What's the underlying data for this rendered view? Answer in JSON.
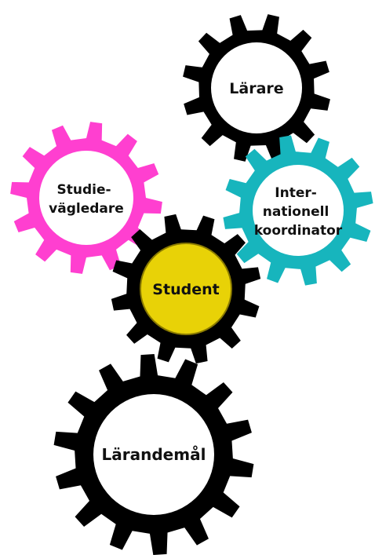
{
  "gears": [
    {
      "id": "larare",
      "lines": [
        "Lärare"
      ],
      "color": "#000000",
      "hub": "#ffffff"
    },
    {
      "id": "studievagledare",
      "lines": [
        "Studie-",
        "vägledare"
      ],
      "color": "#ff3fd0",
      "hub": "#ffffff"
    },
    {
      "id": "internationell",
      "lines": [
        "Inter-",
        "nationell",
        "koordinator"
      ],
      "color": "#17b5bd",
      "hub": "#ffffff"
    },
    {
      "id": "student",
      "lines": [
        "Student"
      ],
      "color": "#000000",
      "hub": "#e8d207"
    },
    {
      "id": "larandemal",
      "lines": [
        "Lärandemål"
      ],
      "color": "#000000",
      "hub": "#ffffff"
    }
  ]
}
